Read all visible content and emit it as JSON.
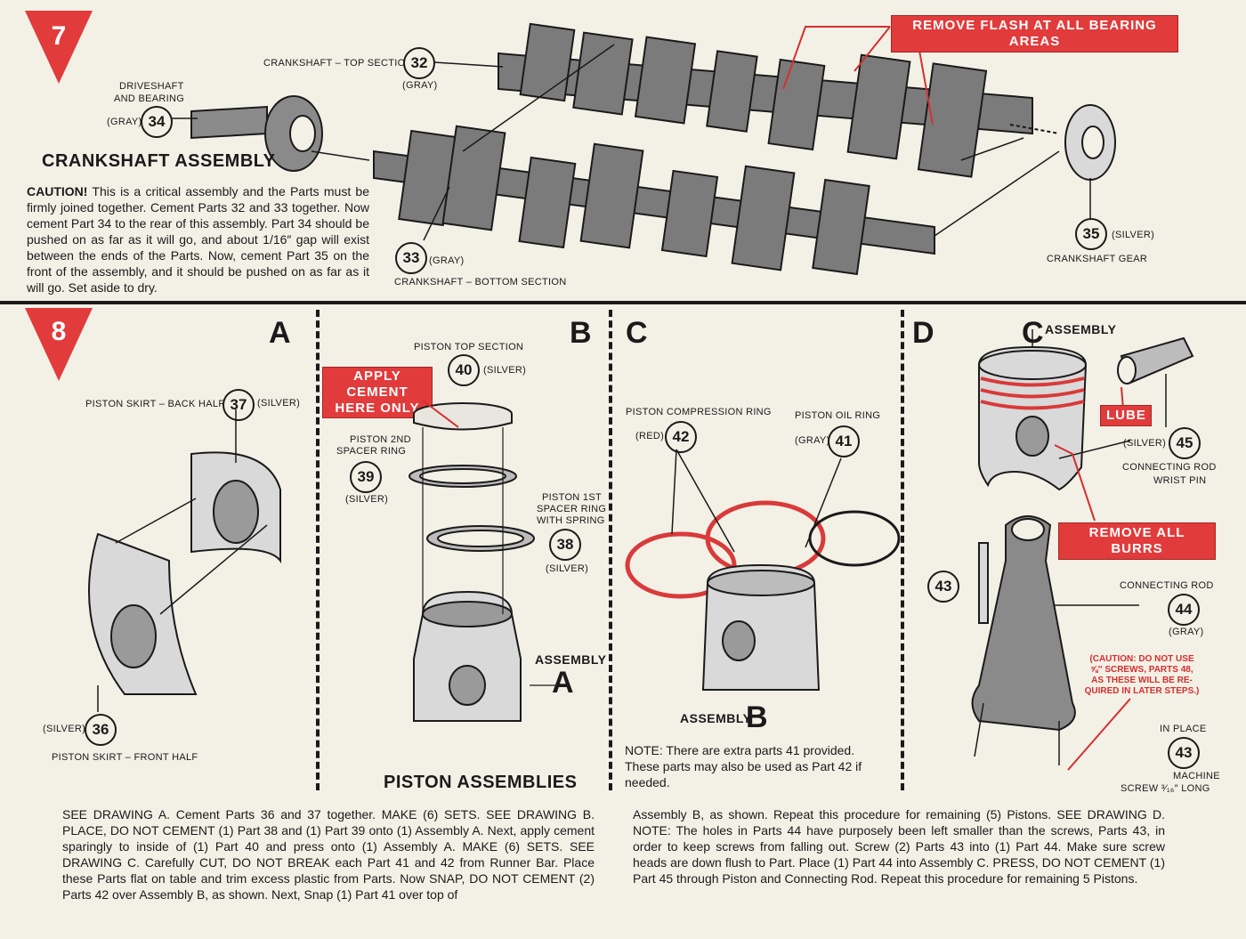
{
  "step7": {
    "number": "7",
    "title": "CRANKSHAFT ASSEMBLY",
    "flash_callout": "REMOVE FLASH AT ALL BEARING AREAS",
    "part32": {
      "num": "32",
      "name": "CRANKSHAFT – TOP SECTION",
      "color": "(GRAY)"
    },
    "part33": {
      "num": "33",
      "name": "CRANKSHAFT – BOTTOM SECTION",
      "color": "(GRAY)"
    },
    "part34": {
      "num": "34",
      "name1": "DRIVESHAFT",
      "name2": "AND BEARING",
      "color": "(GRAY)"
    },
    "part35": {
      "num": "35",
      "name": "CRANKSHAFT GEAR",
      "color": "(SILVER)"
    },
    "caution_lead": "CAUTION!",
    "caution_text": "This is a critical assembly and the Parts must be firmly joined together. Cement Parts 32 and 33 together. Now cement Part 34 to the rear of this assembly. Part 34 should be pushed on as far as it will go, and about 1/16″ gap will exist between the ends of the Parts. Now, cement Part 35 on the front of the assembly, and it should be pushed on as far as it will go. Set aside to dry."
  },
  "step8": {
    "number": "8",
    "panelA": {
      "letter": "A",
      "part37": {
        "num": "37",
        "name": "PISTON SKIRT – BACK HALF",
        "color": "(SILVER)"
      },
      "part36": {
        "num": "36",
        "name": "PISTON SKIRT – FRONT HALF",
        "color": "(SILVER)"
      }
    },
    "panelB": {
      "letter": "B",
      "cement_callout_1": "APPLY CEMENT",
      "cement_callout_2": "HERE ONLY",
      "part40": {
        "num": "40",
        "name": "PISTON TOP SECTION",
        "color": "(SILVER)"
      },
      "part39": {
        "num": "39",
        "name1": "PISTON 2ND",
        "name2": "SPACER RING",
        "color": "(SILVER)"
      },
      "part38": {
        "num": "38",
        "name1": "PISTON 1ST",
        "name2": "SPACER RING",
        "name3": "WITH SPRING",
        "color": "(SILVER)"
      },
      "assembly_label": "ASSEMBLY",
      "assembly_letter": "A",
      "section_title": "PISTON ASSEMBLIES"
    },
    "panelC": {
      "letter": "C",
      "part42": {
        "num": "42",
        "name": "PISTON COMPRESSION RING",
        "color": "(RED)"
      },
      "part41": {
        "num": "41",
        "name": "PISTON OIL RING",
        "color": "(GRAY)"
      },
      "assembly_label": "ASSEMBLY",
      "assembly_letter": "B",
      "note": "NOTE: There are extra parts 41 provided. These parts may also be used as Part 42 if needed."
    },
    "panelD": {
      "letter": "D",
      "assembly_letter": "C",
      "assembly_label": "ASSEMBLY",
      "lube_callout": "LUBE",
      "burrs_callout": "REMOVE ALL BURRS",
      "part45": {
        "num": "45",
        "name1": "CONNECTING ROD",
        "name2": "WRIST PIN",
        "color": "(SILVER)"
      },
      "part44": {
        "num": "44",
        "name": "CONNECTING ROD",
        "color": "(GRAY)"
      },
      "part43a": {
        "num": "43"
      },
      "part43b": {
        "num": "43",
        "top": "IN PLACE",
        "name1": "MACHINE",
        "name2": "SCREW ³⁄₁₆″ LONG"
      },
      "caution1": "(CAUTION: DO NOT USE",
      "caution2": "⅝″ SCREWS, PARTS 48,",
      "caution3": "AS THESE WILL BE RE-",
      "caution4": "QUIRED IN LATER STEPS.)"
    },
    "instructions_left": "SEE DRAWING A. Cement Parts 36 and 37 together. MAKE (6) SETS. SEE DRAWING B. PLACE, DO NOT CEMENT (1) Part 38 and (1) Part 39 onto (1) Assembly A. Next, apply cement sparingly to inside of (1) Part 40 and press onto (1) Assembly A. MAKE (6) SETS. SEE DRAWING C. Carefully CUT, DO NOT BREAK each Part 41 and 42 from Runner Bar. Place these Parts flat on table and trim excess plastic from Parts. Now SNAP, DO NOT CEMENT (2) Parts 42 over Assembly B, as shown. Next, Snap (1) Part 41 over top of",
    "instructions_right": "Assembly B, as shown. Repeat this procedure for remaining (5) Pistons. SEE DRAWING D. NOTE: The holes in Parts 44 have purposely been left smaller than the screws, Parts 43, in order to keep screws from falling out. Screw (2) Parts 43 into (1) Part 44. Make sure screw heads are down flush to Part. Place (1) Part 44 into Assembly C. PRESS, DO NOT CEMENT (1) Part 45 through Piston and Connecting Rod. Repeat this procedure for remaining 5 Pistons."
  }
}
